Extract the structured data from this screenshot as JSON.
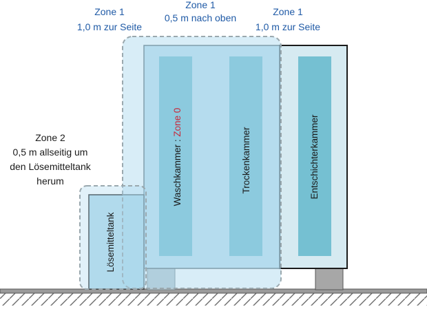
{
  "zone1_left": {
    "line1": "Zone 1",
    "line2": "1,0 m zur Seite"
  },
  "zone1_top": {
    "line1": "Zone 1",
    "line2": "0,5 m nach oben"
  },
  "zone1_right": {
    "line1": "Zone 1",
    "line2": "1,0 m zur Seite"
  },
  "zone2": {
    "line1": "Zone 2",
    "line2": "0,5 m allseitig um",
    "line3": "den Lösemitteltank",
    "line4": "herum"
  },
  "chambers": {
    "wash_prefix": "Waschkammer : ",
    "wash_zone": "Zone 0",
    "dry": "Trockenkammer",
    "delacquer": "Entschichterkammer",
    "tank": "Lösemitteltank"
  },
  "colors": {
    "zone_label": "#1f5aa6",
    "zone0_text": "#c8283a",
    "chamber_fill": "#bfe0ee",
    "panel_fill": "#75c0d2",
    "ground": "#8a8a8a"
  }
}
